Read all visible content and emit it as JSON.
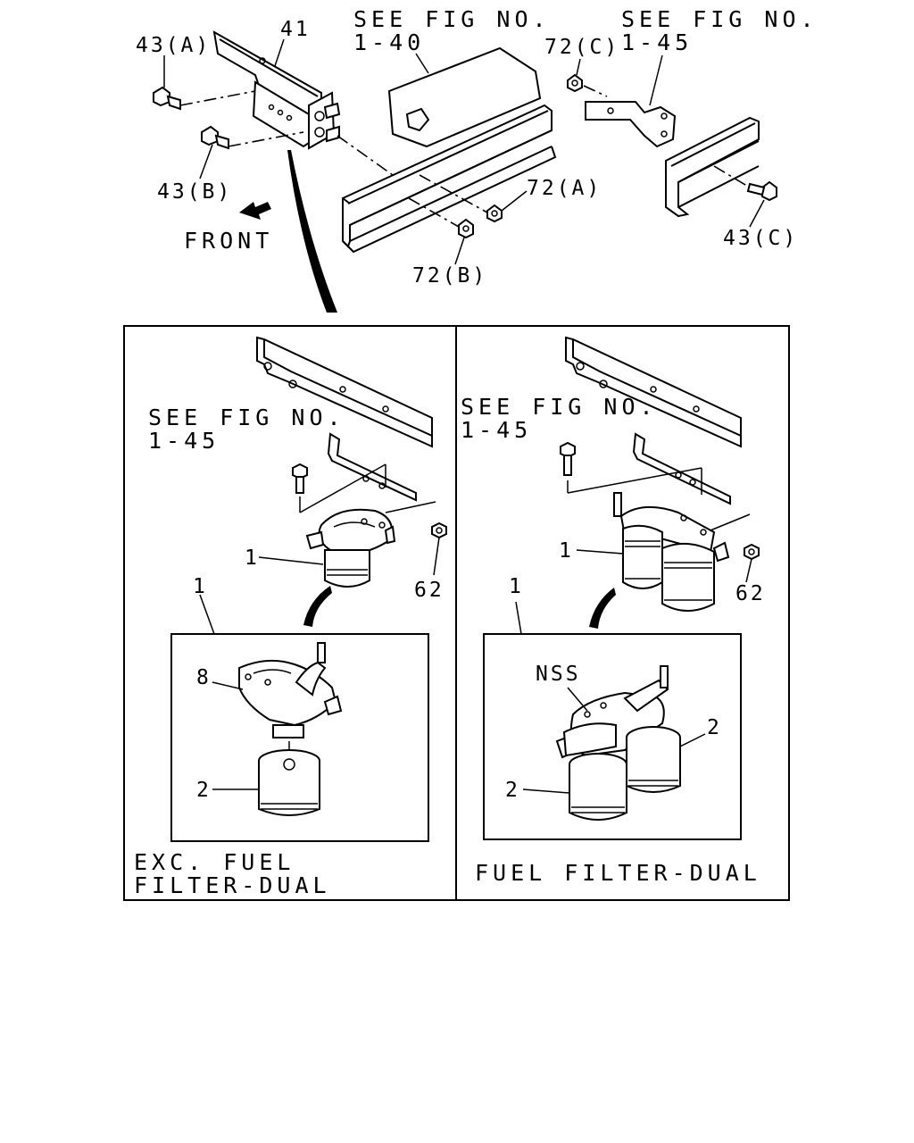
{
  "labels": {
    "see_fig_top_center_1": "SEE FIG NO.",
    "see_fig_top_center_2": "1-40",
    "see_fig_top_right_1": "SEE FIG NO.",
    "see_fig_top_right_2": "1-45",
    "part_41": "41",
    "part_43a": "43(A)",
    "part_43b": "43(B)",
    "part_43c": "43(C)",
    "part_72a": "72(A)",
    "part_72b": "72(B)",
    "part_72c": "72(C)",
    "front": "FRONT"
  },
  "left_panel": {
    "see_fig_1": "SEE FIG NO.",
    "see_fig_2": "1-45",
    "part_1a": "1",
    "part_1b": "1",
    "part_62": "62",
    "part_8": "8",
    "part_2": "2",
    "caption_1": "EXC. FUEL",
    "caption_2": "FILTER-DUAL"
  },
  "right_panel": {
    "see_fig_1": "SEE FIG NO.",
    "see_fig_2": "1-45",
    "part_1a": "1",
    "part_1b": "1",
    "part_62": "62",
    "part_nss": "NSS",
    "part_2a": "2",
    "part_2b": "2",
    "caption": "FUEL FILTER-DUAL"
  }
}
